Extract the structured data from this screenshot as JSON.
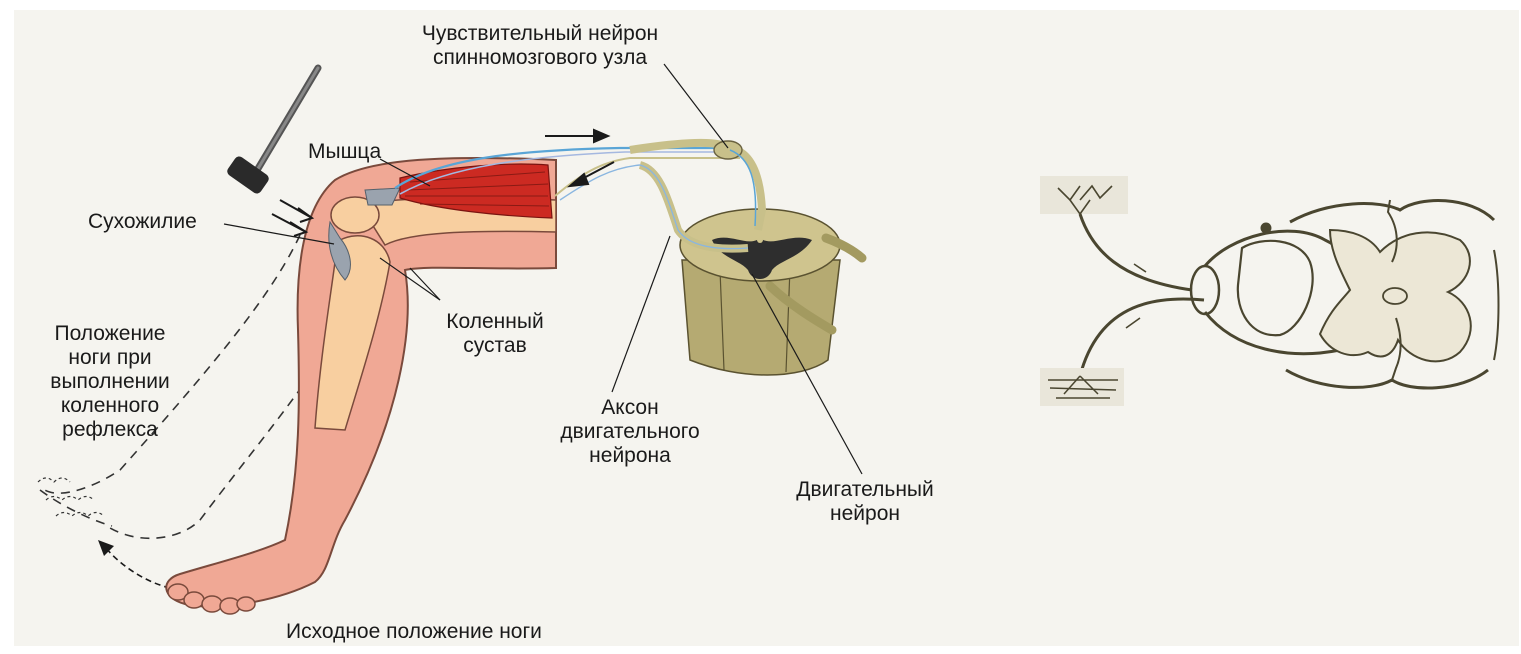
{
  "labels": {
    "sensory_neuron": [
      "Чувствительный нейрон",
      "спинномозгового узла"
    ],
    "muscle": "Мышца",
    "tendon": "Сухожилие",
    "reflex_position": [
      "Положение",
      "ноги при",
      "выполнении",
      "коленного",
      "рефлекса"
    ],
    "knee_joint": [
      "Коленный",
      "сустав"
    ],
    "motor_axon": [
      "Аксон",
      "двигательного",
      "нейрона"
    ],
    "motor_neuron": [
      "Двигательный",
      "нейрон"
    ],
    "initial_position": "Исходное положение ноги"
  },
  "colors": {
    "background": "#ffffff",
    "panel": "#f5f4ef",
    "skin": "#f0a895",
    "skin_outline": "#7a4a3c",
    "bone": "#f8cfa0",
    "muscle": "#cc2a22",
    "tendon": "#9aa3ae",
    "spinal_cord": "#b5aa72",
    "grey_matter": "#2e2e2e",
    "nerve": "#c8c08a",
    "nerve_blue": "#5aa5d6",
    "sketch": "#4a4630"
  }
}
